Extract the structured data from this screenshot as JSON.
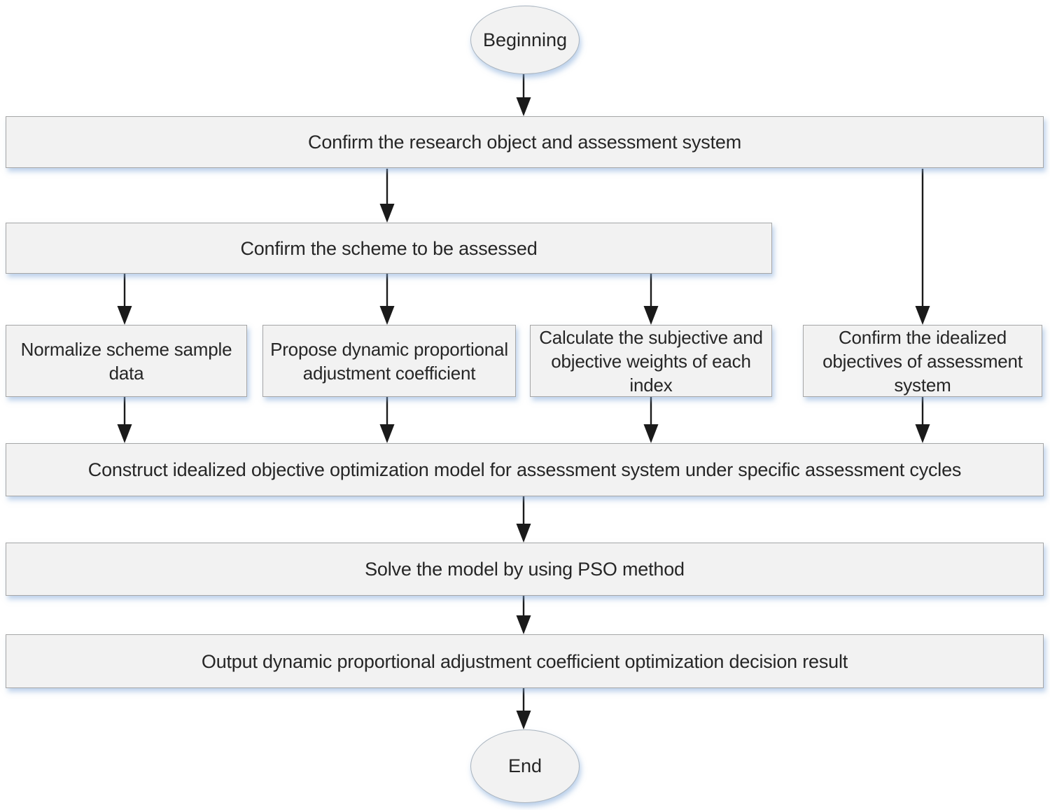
{
  "diagram_type": "flowchart",
  "colors": {
    "background": "#ffffff",
    "node_fill": "#f2f2f2",
    "node_border": "#a6a6a6",
    "glow": "#cfe0f2",
    "text": "#262626",
    "arrow": "#1a1a1a"
  },
  "nodes": {
    "beginning": {
      "label": "Beginning",
      "shape": "ellipse"
    },
    "confirm_research": {
      "label": "Confirm the research object and assessment system",
      "shape": "rect"
    },
    "confirm_scheme": {
      "label": "Confirm the scheme to be assessed",
      "shape": "rect"
    },
    "normalize": {
      "label": "Normalize scheme sample data",
      "shape": "rect"
    },
    "propose": {
      "label": "Propose dynamic proportional adjustment coefficient",
      "shape": "rect"
    },
    "calculate": {
      "label": "Calculate the subjective and objective weights of each index",
      "shape": "rect"
    },
    "confirm_idealized": {
      "label": "Confirm the idealized objectives of assessment system",
      "shape": "rect"
    },
    "construct": {
      "label": "Construct idealized objective optimization model for assessment system under specific assessment cycles",
      "shape": "rect"
    },
    "solve": {
      "label": "Solve the model by using PSO method",
      "shape": "rect"
    },
    "output": {
      "label": "Output dynamic proportional adjustment coefficient optimization decision result",
      "shape": "rect"
    },
    "end": {
      "label": "End",
      "shape": "ellipse"
    }
  },
  "edges": [
    "beginning -> confirm_research",
    "confirm_research -> confirm_scheme",
    "confirm_research -> confirm_idealized",
    "confirm_scheme -> normalize",
    "confirm_scheme -> propose",
    "confirm_scheme -> calculate",
    "normalize -> construct",
    "propose -> construct",
    "calculate -> construct",
    "confirm_idealized -> construct",
    "construct -> solve",
    "solve -> output",
    "output -> end"
  ]
}
